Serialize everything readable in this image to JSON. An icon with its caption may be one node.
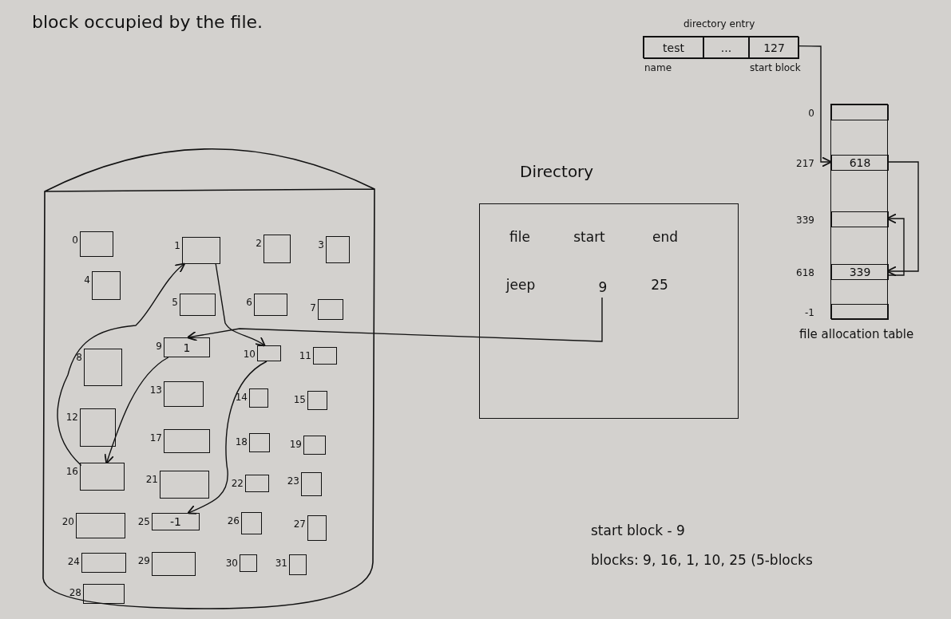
{
  "diagram": {
    "nodes": [
      {
        "text": [],
        "shape": "cylinder"
      },
      {
        "text": [],
        "shape": "box",
        "in": 0,
        "beside": [
          "0"
        ]
      },
      {
        "text": [],
        "shape": "box",
        "in": 0,
        "beside": [
          "1"
        ]
      },
      {
        "text": [],
        "shape": "box",
        "in": 0,
        "beside": [
          "2"
        ]
      },
      {
        "text": [],
        "shape": "box",
        "in": 0,
        "beside": [
          "3"
        ]
      },
      {
        "text": [],
        "shape": "box",
        "in": 0,
        "beside": [
          "4"
        ]
      },
      {
        "text": [],
        "shape": "box",
        "in": 0,
        "beside": [
          "5"
        ]
      },
      {
        "text": [],
        "shape": "box",
        "in": 0,
        "beside": [
          "6"
        ]
      },
      {
        "text": [],
        "shape": "box",
        "in": 0,
        "beside": [
          "7"
        ]
      },
      {
        "text": [],
        "shape": "box",
        "in": 0,
        "beside": [
          "8"
        ]
      },
      {
        "text": [
          "1"
        ],
        "in": 0,
        "beside": [
          "9"
        ]
      },
      {
        "text": [],
        "shape": "box",
        "in": 0,
        "beside": [
          "10"
        ]
      },
      {
        "text": [],
        "shape": "box",
        "in": 0,
        "beside": [
          "11"
        ]
      },
      {
        "text": [],
        "shape": "box",
        "in": 0,
        "beside": [
          "12"
        ]
      },
      {
        "text": [],
        "shape": "box",
        "in": 0,
        "beside": [
          "13"
        ]
      },
      {
        "text": [],
        "shape": "box",
        "in": 0,
        "beside": [
          "14"
        ]
      },
      {
        "text": [],
        "shape": "box",
        "in": 0,
        "beside": [
          "15"
        ]
      },
      {
        "text": [],
        "shape": "box",
        "in": 0,
        "beside": [
          "16"
        ]
      },
      {
        "text": [],
        "shape": "box",
        "in": 0,
        "beside": [
          "17"
        ]
      },
      {
        "text": [],
        "shape": "box",
        "in": 0,
        "beside": [
          "18"
        ]
      },
      {
        "text": [],
        "shape": "box",
        "in": 0,
        "beside": [
          "19"
        ]
      },
      {
        "text": [],
        "shape": "box",
        "in": 0,
        "beside": [
          "20"
        ]
      },
      {
        "text": [],
        "shape": "box",
        "in": 0,
        "beside": [
          "21"
        ]
      },
      {
        "text": [],
        "shape": "box",
        "in": 0,
        "beside": [
          "22"
        ]
      },
      {
        "text": [],
        "shape": "box",
        "in": 0,
        "beside": [
          "23"
        ]
      },
      {
        "text": [],
        "shape": "box",
        "in": 0,
        "beside": [
          "24"
        ]
      },
      {
        "text": [
          "-1"
        ],
        "in": 0,
        "beside": [
          "25"
        ]
      },
      {
        "text": [],
        "shape": "box",
        "in": 0,
        "beside": [
          "26"
        ]
      },
      {
        "text": [],
        "shape": "box",
        "in": 0,
        "beside": [
          "27"
        ]
      },
      {
        "text": [],
        "shape": "box",
        "in": 0,
        "beside": [
          "28"
        ]
      },
      {
        "text": [],
        "shape": "box",
        "in": 0,
        "beside": [
          "29"
        ]
      },
      {
        "text": [],
        "shape": "box",
        "in": 0,
        "beside": [
          "30"
        ]
      },
      {
        "text": [],
        "shape": "box",
        "in": 0,
        "beside": [
          "31"
        ]
      },
      {
        "text": [
          "Directory"
        ]
      },
      {
        "text": [
          "file"
        ],
        "in": 33
      },
      {
        "text": [
          "start"
        ],
        "in": 33
      },
      {
        "text": [
          "end"
        ],
        "in": 33
      },
      {
        "text": [
          "jeep"
        ],
        "in": 33
      },
      {
        "text": [
          "9"
        ],
        "in": 33
      },
      {
        "text": [
          "25"
        ],
        "in": 33
      },
      {
        "text": [],
        "shape": "box",
        "beside": [
          "directory entry"
        ]
      },
      {
        "text": [
          "test"
        ],
        "in": 40,
        "beside": [
          "name"
        ]
      },
      {
        "text": [
          "..."
        ],
        "in": 40
      },
      {
        "text": [
          "127"
        ],
        "in": 40,
        "beside": [
          "start block"
        ]
      },
      {
        "text": [],
        "shape": "box",
        "beside": [
          "file allocation table"
        ]
      },
      {
        "text": [],
        "shape": "box",
        "in": 44,
        "beside": [
          "0"
        ]
      },
      {
        "text": [
          "618"
        ],
        "in": 44,
        "beside": [
          "217"
        ]
      },
      {
        "text": [],
        "shape": "box",
        "in": 44,
        "beside": [
          "339"
        ]
      },
      {
        "text": [
          "339"
        ],
        "in": 44,
        "beside": [
          "618"
        ]
      },
      {
        "text": [],
        "shape": "box",
        "in": 44,
        "beside": [
          "-1"
        ]
      }
    ],
    "edges": [
      {
        "from": 38,
        "to": 10,
        "arrow": "to"
      },
      {
        "from": 10,
        "to": 17,
        "arrow": "to"
      },
      {
        "from": 17,
        "to": 2,
        "arrow": "to"
      },
      {
        "from": 2,
        "to": 11,
        "arrow": "to"
      },
      {
        "from": 11,
        "to": 26,
        "arrow": "to"
      },
      {
        "from": 43,
        "to": 46,
        "arrow": "to"
      },
      {
        "from": 46,
        "to": 48,
        "arrow": "to"
      },
      {
        "from": 48,
        "to": 47,
        "arrow": "to"
      }
    ],
    "labels": [
      "block occupied by the file.",
      "start block - 9",
      "blocks: 9, 16, 1, 10, 25 (5-blocks"
    ]
  }
}
